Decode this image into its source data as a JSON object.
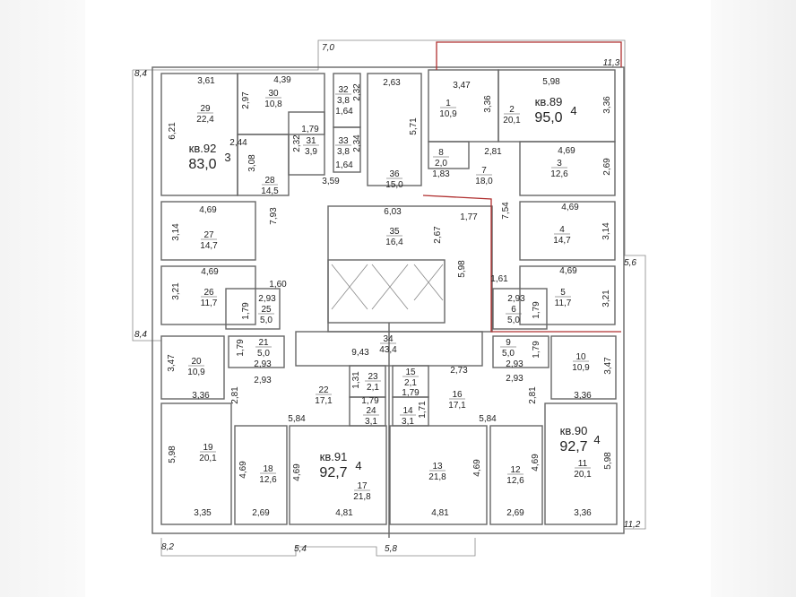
{
  "apartments": [
    {
      "label": "кв.92",
      "area": "83,0",
      "rooms": "3"
    },
    {
      "label": "кв.89",
      "area": "95,0",
      "rooms": "4"
    },
    {
      "label": "кв.90",
      "area": "92,7",
      "rooms": "4"
    },
    {
      "label": "кв.91",
      "area": "92,7",
      "rooms": "4"
    }
  ],
  "rooms": [
    {
      "n": "29",
      "a": "22,4"
    },
    {
      "n": "30",
      "a": "10,8"
    },
    {
      "n": "31",
      "a": "3,9"
    },
    {
      "n": "32",
      "a": "3,8"
    },
    {
      "n": "33",
      "a": "3,8"
    },
    {
      "n": "36",
      "a": "15,0"
    },
    {
      "n": "1",
      "a": "10,9"
    },
    {
      "n": "2",
      "a": "20,1"
    },
    {
      "n": "8",
      "a": "2,0"
    },
    {
      "n": "7",
      "a": "18,0"
    },
    {
      "n": "3",
      "a": "12,6"
    },
    {
      "n": "28",
      "a": "14,5"
    },
    {
      "n": "27",
      "a": "14,7"
    },
    {
      "n": "35",
      "a": "16,4"
    },
    {
      "n": "4",
      "a": "14,7"
    },
    {
      "n": "26",
      "a": "11,7"
    },
    {
      "n": "25",
      "a": "5,0"
    },
    {
      "n": "5",
      "a": "11,7"
    },
    {
      "n": "6",
      "a": "5,0"
    },
    {
      "n": "34",
      "a": "43,4"
    },
    {
      "n": "21",
      "a": "5,0"
    },
    {
      "n": "9",
      "a": "5,0"
    },
    {
      "n": "20",
      "a": "10,9"
    },
    {
      "n": "10",
      "a": "10,9"
    },
    {
      "n": "22",
      "a": "17,1"
    },
    {
      "n": "23",
      "a": "2,1"
    },
    {
      "n": "15",
      "a": "2,1"
    },
    {
      "n": "16",
      "a": "17,1"
    },
    {
      "n": "24",
      "a": "3,1"
    },
    {
      "n": "14",
      "a": "3,1"
    },
    {
      "n": "19",
      "a": "20,1"
    },
    {
      "n": "18",
      "a": "12,6"
    },
    {
      "n": "17",
      "a": "21,8"
    },
    {
      "n": "13",
      "a": "21,8"
    },
    {
      "n": "12",
      "a": "12,6"
    },
    {
      "n": "11",
      "a": "20,1"
    }
  ],
  "dims_h": [
    "3,61",
    "4,39",
    "2,63",
    "3,47",
    "5,98",
    "1,64",
    "1,79",
    "2,44",
    "1,64",
    "3,59",
    "2,81",
    "4,69",
    "6,03",
    "1,77",
    "4,69",
    "4,69",
    "1,60",
    "4,69",
    "4,69",
    "1,61",
    "2,93",
    "2,93",
    "9,43",
    "2,93",
    "2,93",
    "2,93",
    "2,93",
    "2,73",
    "3,36",
    "3,36",
    "1,79",
    "1,79",
    "5,84",
    "5,84",
    "3,35",
    "2,69",
    "4,81",
    "4,81",
    "2,69",
    "3,36",
    "1,83"
  ],
  "dims_v": [
    "6,21",
    "2,97",
    "2,32",
    "2,32",
    "2,34",
    "5,71",
    "3,36",
    "3,36",
    "3,08",
    "2,69",
    "7,93",
    "2,67",
    "7,54",
    "3,14",
    "3,14",
    "5,98",
    "3,21",
    "3,21",
    "1,79",
    "1,79",
    "1,79",
    "1,79",
    "3,47",
    "3,47",
    "1,31",
    "2,81",
    "2,81",
    "1,71",
    "5,98",
    "5,98",
    "4,69",
    "4,69",
    "4,69",
    "4,69"
  ],
  "balconies": [
    "7,0",
    "11,3",
    "8,4",
    "8,4",
    "5,6",
    "11,2",
    "8,2",
    "5,4",
    "5,8"
  ],
  "colors": {
    "wall": "#666666",
    "apartment_border": "#b03030"
  }
}
